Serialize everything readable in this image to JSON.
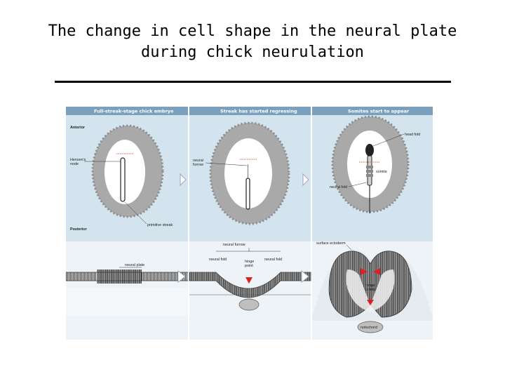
{
  "slide": {
    "title_line1": "The change in cell shape in the neural plate",
    "title_line2": "during chick neurulation"
  },
  "figure": {
    "panels": [
      {
        "heading": "Full-streak-stage chick embryo"
      },
      {
        "heading": "Streak has started regressing"
      },
      {
        "heading": "Somites start to appear"
      }
    ],
    "labels": {
      "anterior": "Anterior",
      "hensens_node_1": "Hensen's",
      "hensens_node_2": "node",
      "primitive_streak": "primitive streak",
      "posterior": "Posterior",
      "neural_furrow_1": "neural",
      "neural_furrow_2": "furrow",
      "head_fold": "head fold",
      "somite": "somite",
      "neural_fold": "neural fold",
      "neural_plate": "neural plate",
      "neural_furrow": "neural furrow",
      "neural_fold_left": "neural fold",
      "neural_fold_right": "neural fold",
      "hinge_point_1": "hinge",
      "hinge_point_2": "point",
      "surface_ectoderm": "surface ectoderm",
      "hinge_points_1": "hinge",
      "hinge_points_2": "points",
      "notochord": "notochord"
    },
    "colors": {
      "header_bar": "#7ba0be",
      "panel_bg": "#d4e4ef",
      "embryo_halo": "#a9a9a9",
      "embryo_inner": "#ffffff",
      "arrow": "#e02020",
      "tissue": "#444444"
    }
  }
}
